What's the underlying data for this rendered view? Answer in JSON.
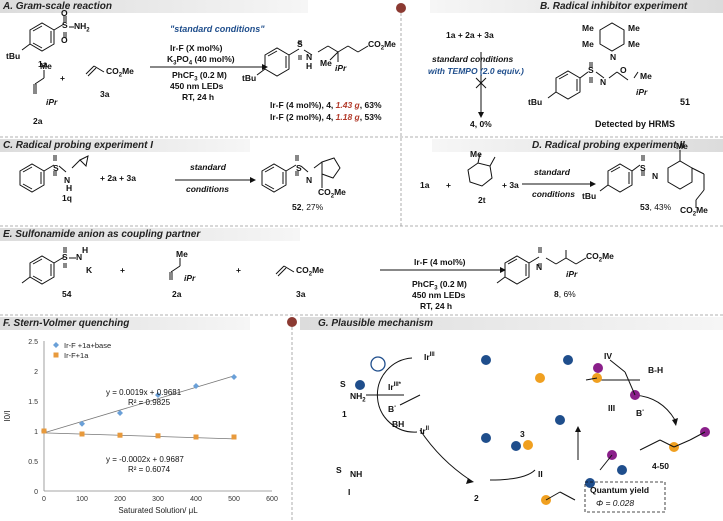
{
  "panels": {
    "A": {
      "title": "A. Gram-scale reaction",
      "label_1a": "1a",
      "label_2a": "2a",
      "label_3a": "3a",
      "plus": "+",
      "tBu": "tBu",
      "iPr": "iPr",
      "nh2": "NH",
      "nh2_sub": "2",
      "co2me": "CO",
      "co2me_sub": "2",
      "co2me_tail": "Me",
      "std_cond": "\"standard conditions\"",
      "cond1": "Ir-F (X mol%)",
      "cond2_a": "K",
      "cond2_b": "3",
      "cond2_c": "PO",
      "cond2_d": "4",
      "cond2_e": " (40 mol%)",
      "cond3": "PhCF",
      "cond3_sub": "3",
      "cond3_tail": " (0.2 M)",
      "cond4": "450 nm LEDs",
      "cond5": "RT, 24 h",
      "result1_a": "Ir-F (4 mol%), 4, ",
      "result1_b": "1.43 g",
      "result1_c": ", 63%",
      "result2_a": "Ir-F (2 mol%), 4, ",
      "result2_b": "1.18 g",
      "result2_c": ", 53%",
      "me": "Me",
      "ipr_prod": "iPr",
      "s": "S",
      "o": "O",
      "n": "N",
      "h": "H"
    },
    "B": {
      "title": "B. Radical inhibitor experiment",
      "reactants": "1a  +  2a  +  3a",
      "std": "standard conditions",
      "tempo": "with TEMPO (2.0 equiv.)",
      "result": "4, 0%",
      "compound": "51",
      "detected": "Detected by HRMS",
      "me": "Me",
      "ipr": "iPr",
      "tBu": "tBu"
    },
    "C": {
      "title": "C. Radical probing experiment I",
      "label_1q": "1q",
      "reactants_rest": "+  2a  +  3a",
      "std": "standard",
      "conditions": "conditions",
      "prod_label": "52",
      "prod_yield": ", 27%",
      "co2me": "CO",
      "co2me_sub": "2",
      "co2me_tail": "Me"
    },
    "D": {
      "title": "D. Radical probing experiment II",
      "la": "1a",
      "plus": "+",
      "label_2t": "2t",
      "l3a": "+  3a",
      "std": "standard",
      "conditions": "conditions",
      "prod_label": "53",
      "prod_yield": ", 43%",
      "me": "Me",
      "tBu": "tBu",
      "co2me": "CO",
      "co2me_sub": "2",
      "co2me_tail": "Me"
    },
    "E": {
      "title": "E. Sulfonamide anion as coupling partner",
      "label_54": "54",
      "label_2a": "2a",
      "label_3a": "3a",
      "cond1": "Ir-F (4 mol%)",
      "cond2": "PhCF",
      "cond2_sub": "3",
      "cond2_tail": " (0.2 M)",
      "cond3": "450 nm LEDs",
      "cond4": "RT, 24 h",
      "prod_label": "8",
      "prod_yield": ", 6%",
      "me": "Me",
      "ipr": "iPr",
      "k": "K",
      "co2me": "CO",
      "co2me_sub": "2",
      "co2me_tail": "Me"
    },
    "F": {
      "title": "F. Stern-Volmer quenching",
      "eq1": "y = 0.0019x + 0.9681",
      "r1": "R² = 0.9825",
      "eq2": "y = -0.0002x + 0.9687",
      "r2": "R² = 0.6074"
    },
    "G": {
      "title": "G. Plausible mechanism",
      "ir3star": "Ir",
      "ir3star_sup": "III*",
      "ir3": "Ir",
      "ir3_sup": "III",
      "ir2": "Ir",
      "ir2_sup": "II",
      "bminus": "B",
      "bminus_sup": "-",
      "bh": "BH",
      "bh2": "B-H",
      "bminus2": "B",
      "nh2": "NH",
      "nh2_sub": "2",
      "c1": "1",
      "cI": "I",
      "cII": "II",
      "cIII": "III",
      "cIV": "IV",
      "c2": "2",
      "c3": "3",
      "prod": "4-50",
      "qy_title": "Quantum yield",
      "qy_val": "Φ = 0.028",
      "nhdot": "NH",
      "s": "S",
      "o": "O",
      "n": "N",
      "h": "H"
    }
  },
  "colors": {
    "header_bar": "#e6e6e6",
    "dot": "#8b3a32",
    "series1": "#6aa0d8",
    "series2": "#e89a3c",
    "mech_blue": "#1f4e8c",
    "mech_orange": "#f0a020",
    "mech_purple": "#8a1f8a"
  },
  "chart_data": {
    "type": "scatter",
    "title": "",
    "xlabel": "Saturated Solution/ μL",
    "ylabel": "I0/I",
    "xlim": [
      0,
      600
    ],
    "ylim": [
      0,
      2.5
    ],
    "xticks": [
      "0",
      "100",
      "200",
      "300",
      "400",
      "500",
      "600"
    ],
    "yticks": [
      "0",
      "0.5",
      "1",
      "1.5",
      "2",
      "2.5"
    ],
    "legend_position": "top-left",
    "series": [
      {
        "name": "Ir-F +1a+base",
        "color": "#6aa0d8",
        "marker": "diamond",
        "x": [
          0,
          100,
          200,
          300,
          400,
          500
        ],
        "y": [
          1.0,
          1.12,
          1.3,
          1.6,
          1.75,
          1.9
        ],
        "trend": {
          "slope": 0.0019,
          "intercept": 0.9681
        }
      },
      {
        "name": "Ir-F+1a",
        "color": "#e89a3c",
        "marker": "square",
        "x": [
          0,
          100,
          200,
          300,
          400,
          500
        ],
        "y": [
          1.0,
          0.95,
          0.93,
          0.92,
          0.9,
          0.9
        ],
        "trend": {
          "slope": -0.0002,
          "intercept": 0.9687
        }
      }
    ]
  }
}
